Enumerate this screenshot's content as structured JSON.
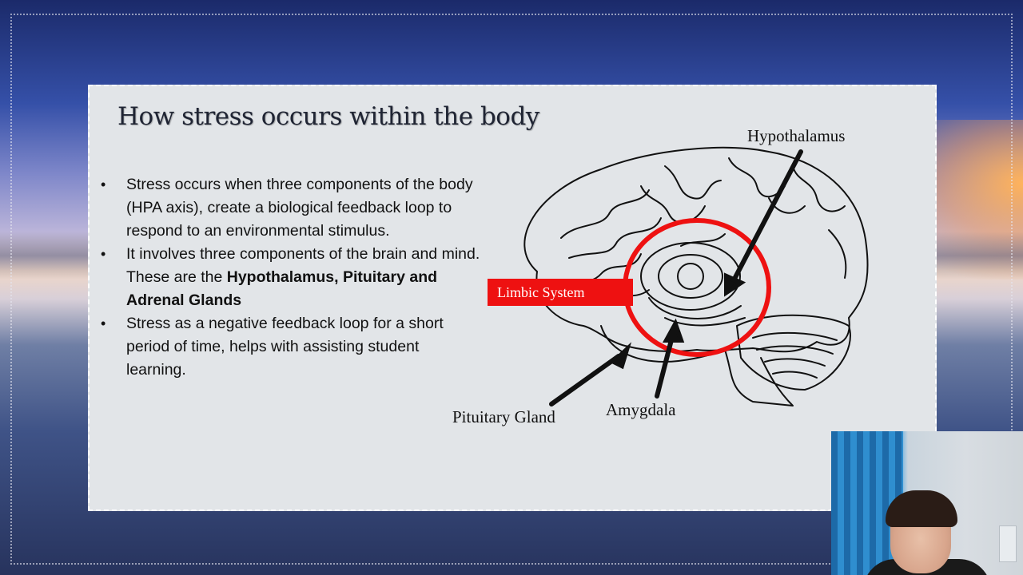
{
  "slide": {
    "title": "How stress occurs within the body",
    "bullets": [
      {
        "text": "Stress occurs when three components of the body (HPA axis), create a biological feedback loop to respond to an environmental stimulus."
      },
      {
        "text_prefix": "It involves three components of the brain and mind. These are the ",
        "bold": "Hypothalamus, Pituitary and Adrenal Glands"
      },
      {
        "text": "Stress as a negative feedback loop for a short period of time, helps with assisting student learning."
      }
    ]
  },
  "diagram": {
    "labels": {
      "hypothalamus": "Hypothalamus",
      "limbic_system": "Limbic System",
      "pituitary_gland": "Pituitary Gland",
      "amygdala": "Amygdala"
    },
    "highlight_color": "#ee1111"
  },
  "webcam": {
    "icon": "person-webcam-feed"
  }
}
